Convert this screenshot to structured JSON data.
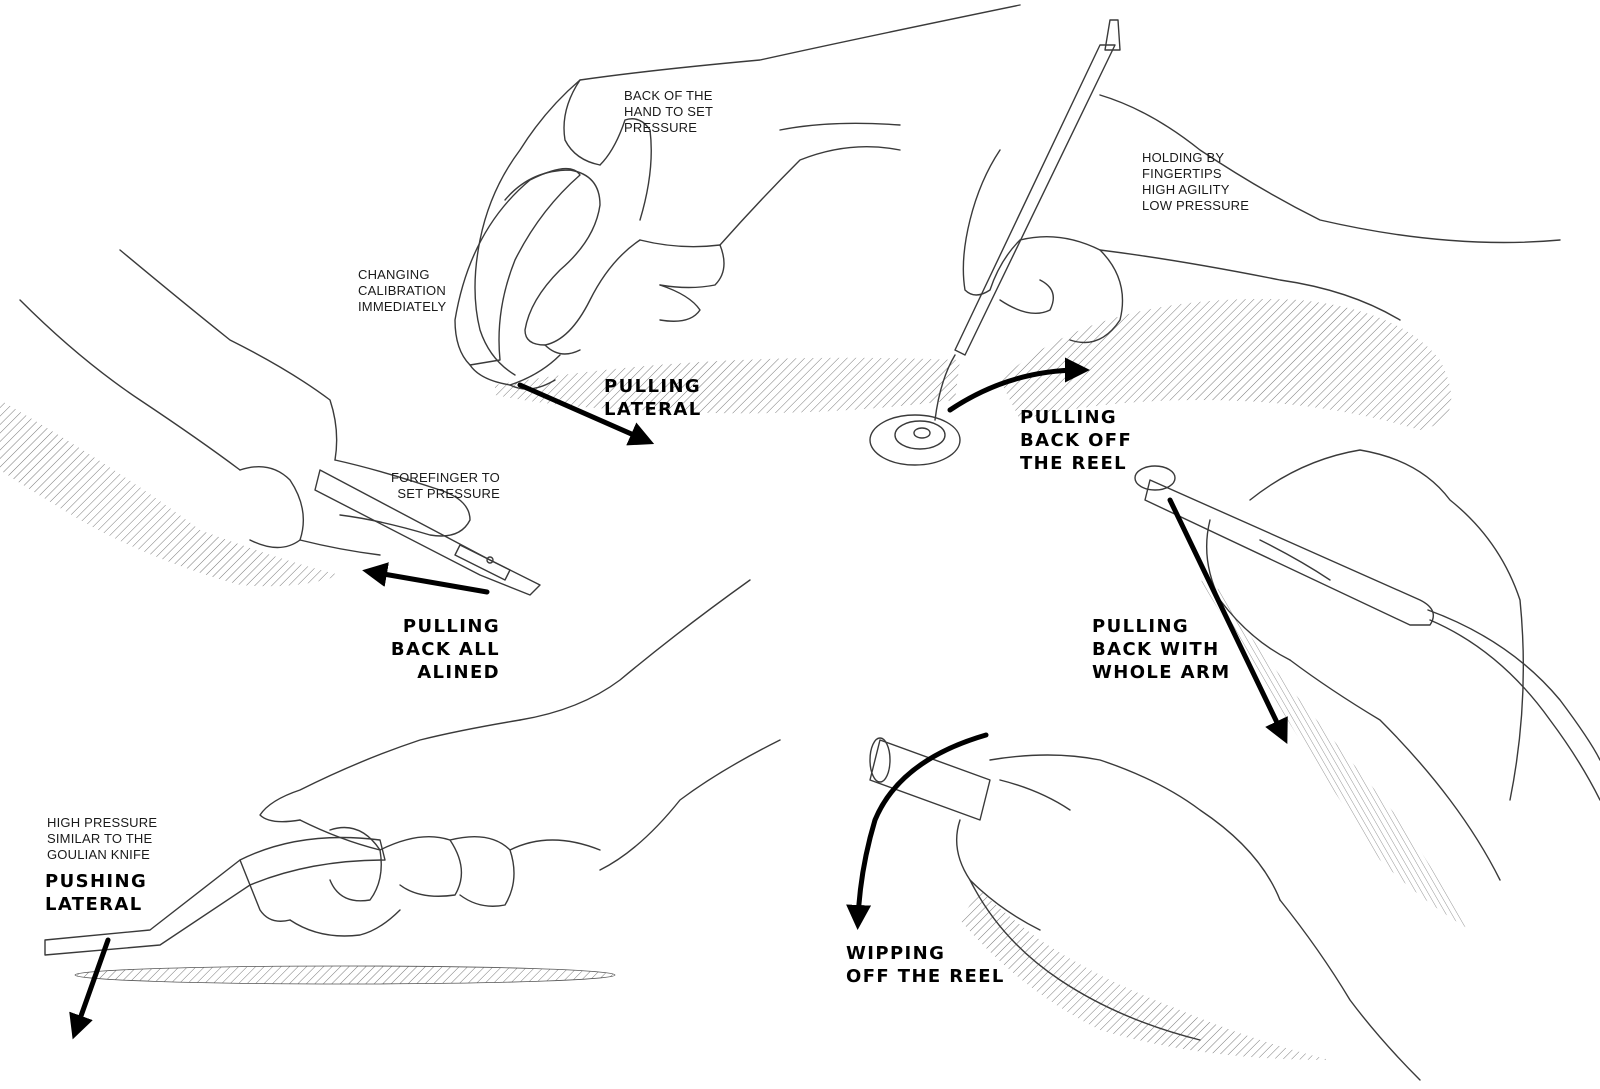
{
  "colors": {
    "ink": "#1a1a1a",
    "line": "#3a3a3a",
    "hatch": "#7a7a7a",
    "arrow": "#000000"
  },
  "notes": {
    "back_of_hand": "BACK OF THE\nHAND TO SET\nPRESSURE",
    "changing_calibration": "CHANGING\nCALIBRATION\nIMMEDIATELY",
    "holding_fingertips": "HOLDING BY\nFINGERTIPS\nHIGH AGILITY\nLOW PRESSURE",
    "forefinger": "FOREFINGER TO\nSET PRESSURE",
    "high_pressure": "HIGH PRESSURE\nSIMILAR TO THE\nGOULIAN KNIFE"
  },
  "actions": {
    "pulling_lateral": "PULLING\nLATERAL",
    "pulling_back_reel": "PULLING\nBACK OFF\nTHE REEL",
    "pulling_back_aligned": "PULLING\nBACK ALL\nALINED",
    "pulling_back_arm": "PULLING\nBACK WITH\nWHOLE ARM",
    "pushing_lateral": "PUSHING\nLATERAL",
    "wiping_reel": "WIPPING\nOFF THE REEL"
  }
}
